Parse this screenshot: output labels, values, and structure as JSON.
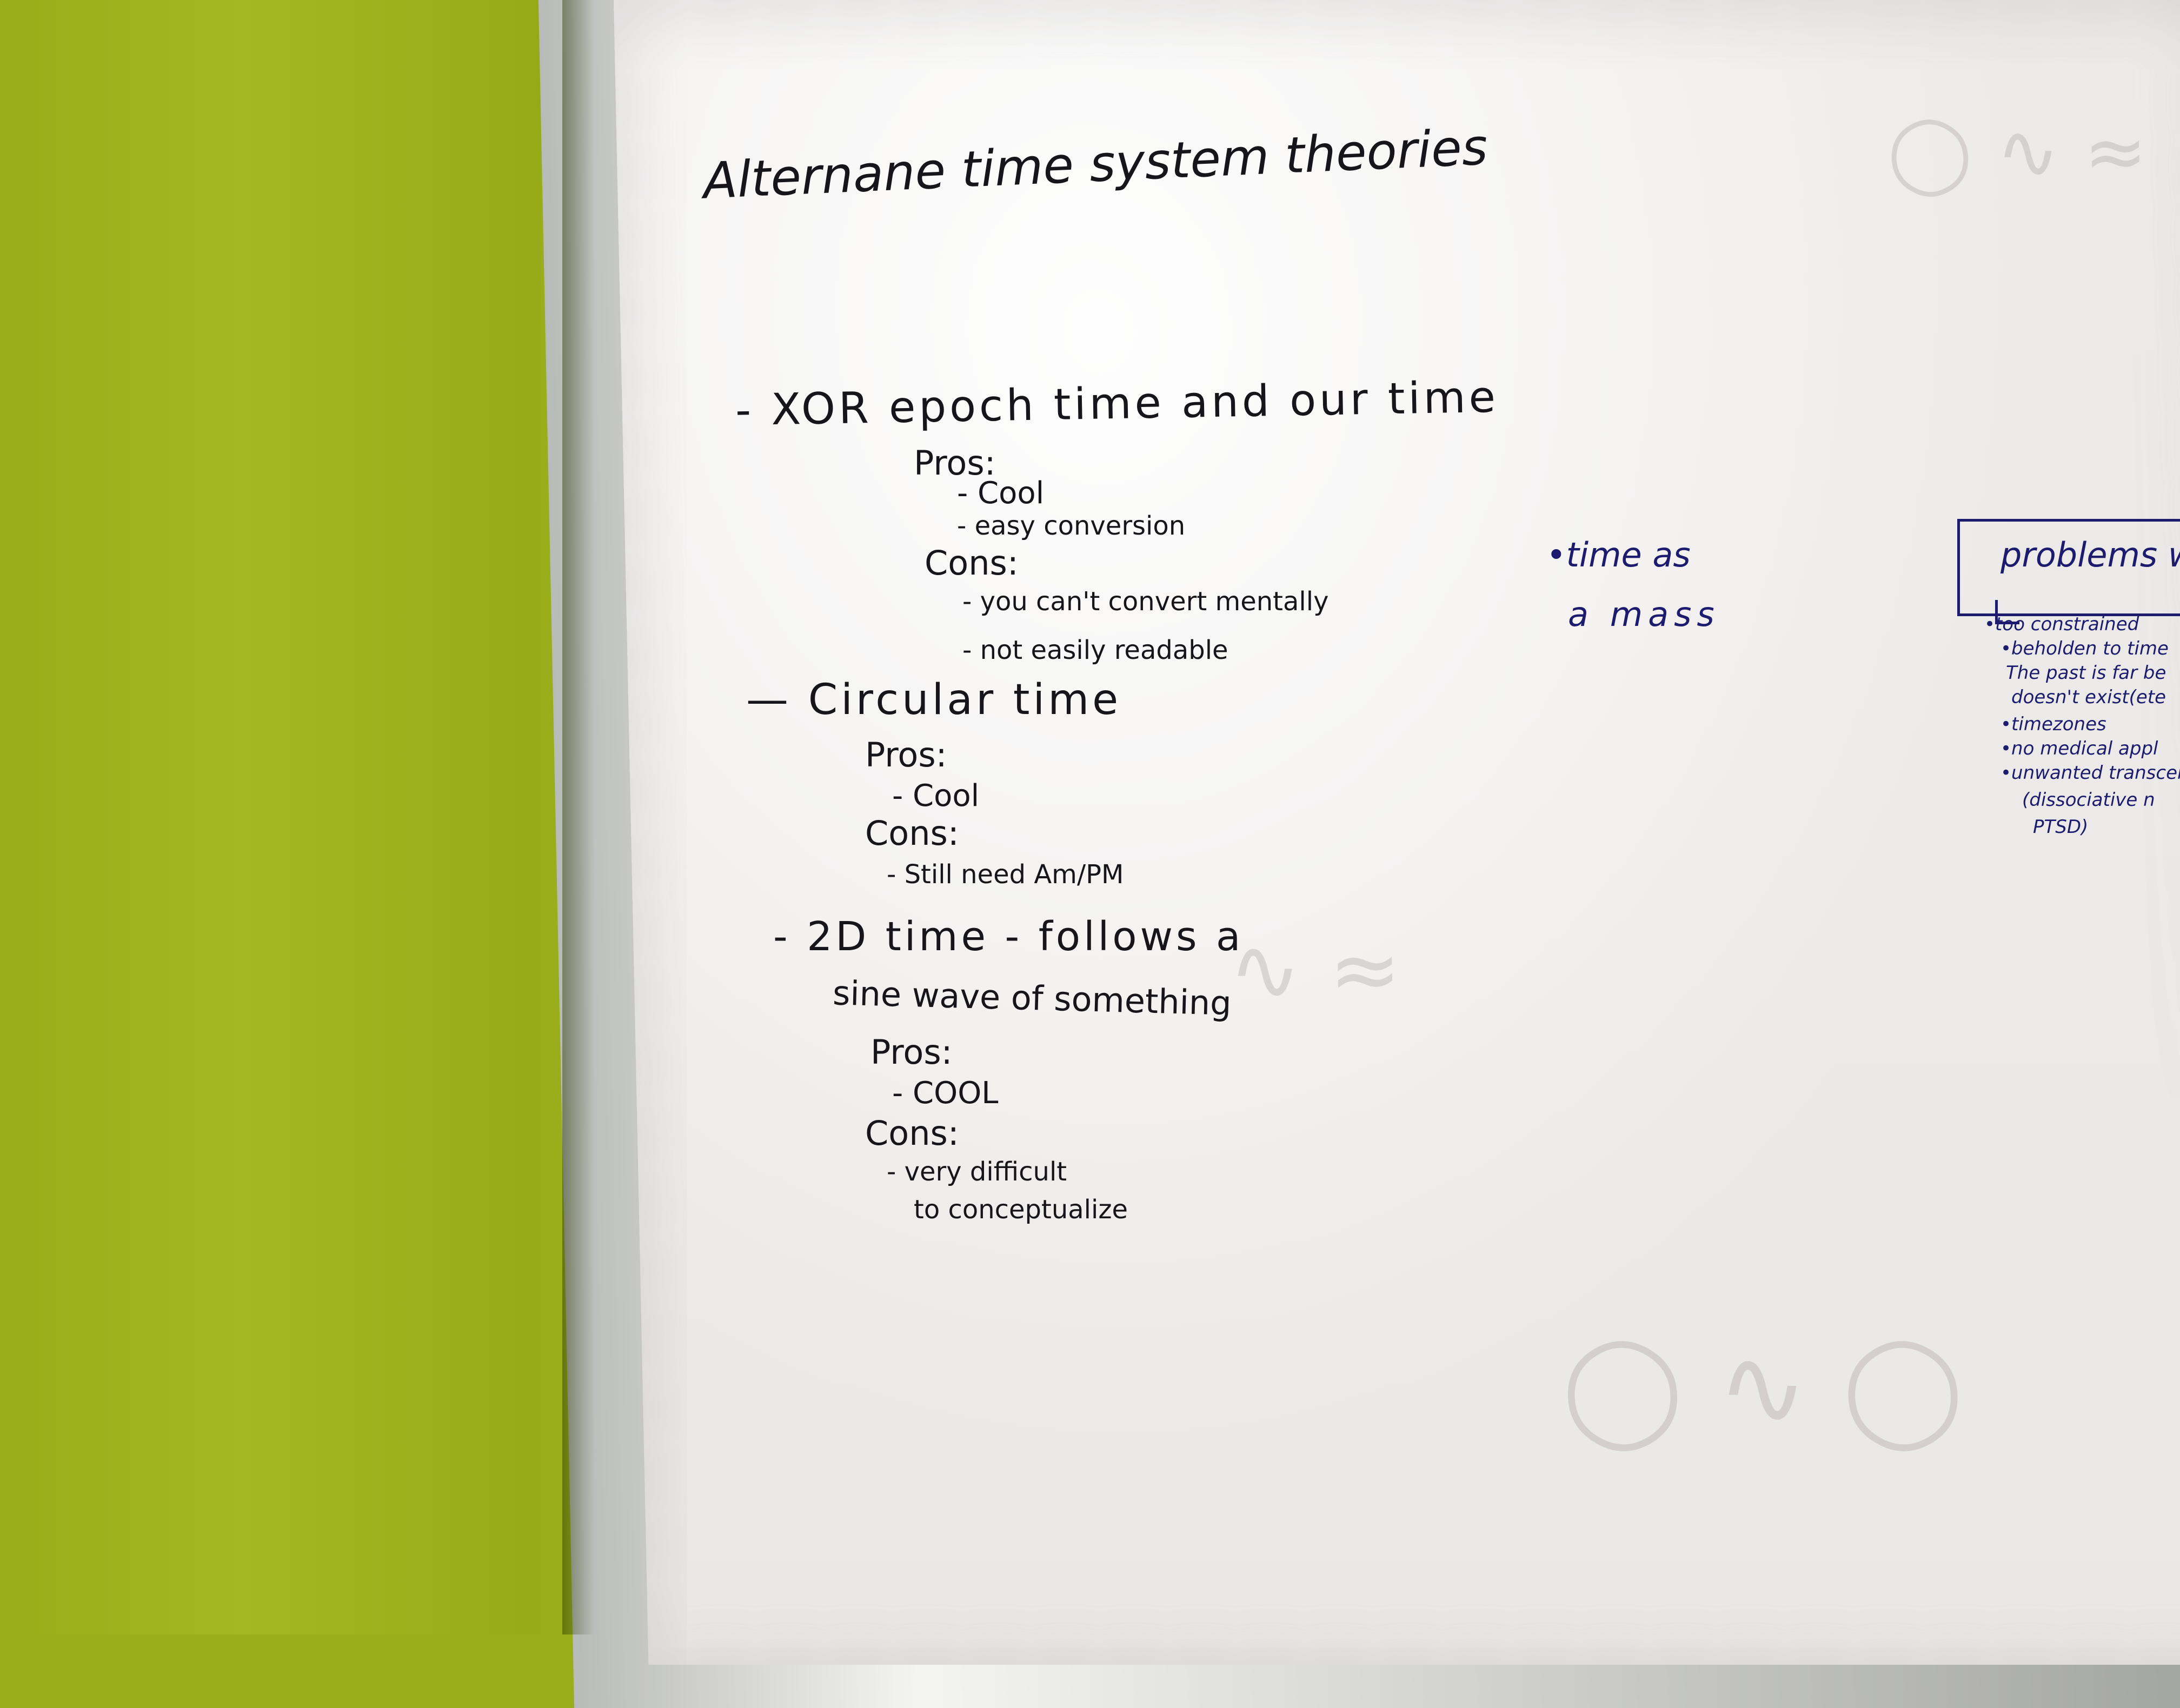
{
  "scene": {
    "colors": {
      "wall": "#98ae1a",
      "board": "#efeeec",
      "frame": "#cfd0cc",
      "ink_black": "#16161a",
      "ink_blue": "#1c1b6e"
    }
  },
  "whiteboard": {
    "title": "Alternane time system theories",
    "sections": [
      {
        "heading": "- XOR epoch time and our time",
        "pros_label": "Pros:",
        "pros": [
          "- Cool",
          "- easy conversion"
        ],
        "cons_label": "Cons:",
        "cons": [
          "- you can't convert mentally",
          "- not easily readable"
        ]
      },
      {
        "heading": "— Circular time",
        "pros_label": "Pros:",
        "pros": [
          "- Cool"
        ],
        "cons_label": "Cons:",
        "cons": [
          "- Still need Am/PM"
        ]
      },
      {
        "heading": "- 2D time - follows a",
        "heading_line2": "sine wave of something",
        "pros_label": "Pros:",
        "pros": [
          "- COOL"
        ],
        "cons_label": "Cons:",
        "cons": [
          "- very difficult",
          "to conceptualize"
        ]
      }
    ],
    "side_note": {
      "line1": "•time as",
      "line2": "a mass"
    },
    "problems": {
      "heading": "problems w",
      "items": [
        "•too constrained",
        "•beholden to time",
        "The past is far be",
        "doesn't exist(ete",
        "•timezones",
        "•no medical appl",
        "•unwanted transcen",
        "(dissociative n",
        "PTSD)"
      ]
    }
  }
}
